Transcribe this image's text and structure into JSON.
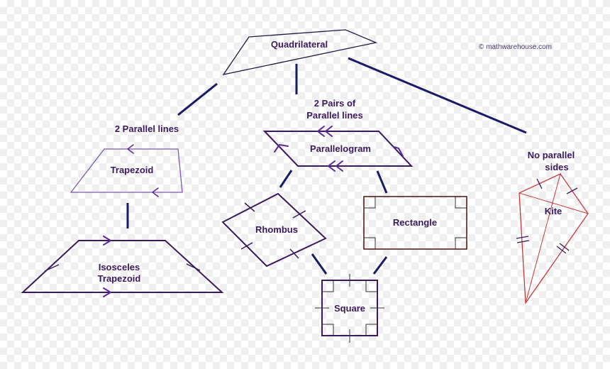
{
  "labels": {
    "quadrilateral": "Quadrilateral",
    "copyright": "©  mathwarehouse.com",
    "two_parallel": "2 Parallel lines",
    "two_pairs_line1": "2 Pairs of",
    "two_pairs_line2": "Parallel lines",
    "no_parallel_line1": "No parallel",
    "no_parallel_line2": "sides",
    "trapezoid": "Trapezoid",
    "parallelogram": "Parallelogram",
    "isosceles_line1": "Isosceles",
    "isosceles_line2": "Trapezoid",
    "rhombus": "Rhombus",
    "rectangle": "Rectangle",
    "square": "Square",
    "kite": "Kite"
  },
  "colors": {
    "connector": "#1a1a66",
    "purple": "#3a1a5c",
    "violet": "#5a2a9a",
    "maroon": "#4a1010",
    "kite": "#c43a3a"
  }
}
